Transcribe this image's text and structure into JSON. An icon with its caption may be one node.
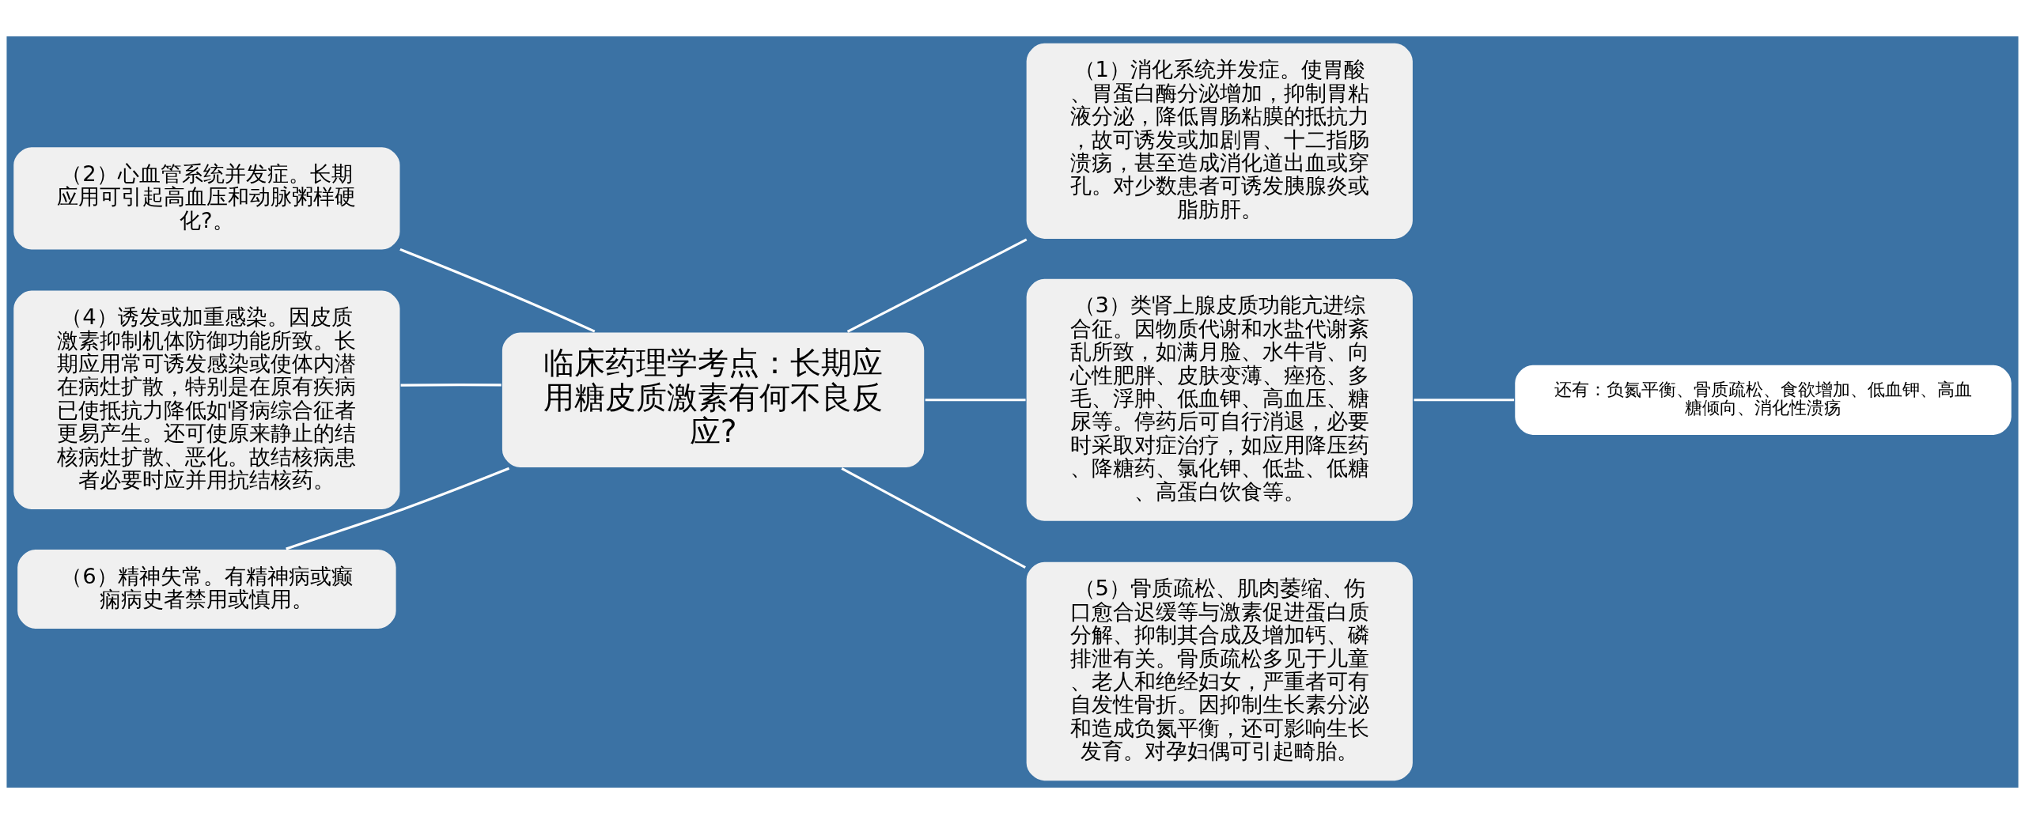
{
  "diagram": {
    "nodes": [
      {
        "text": [
          "临床药理学考点：长期应用糖皮质激素有何不良反应?"
        ]
      },
      {
        "text": [
          "（1）消化系统并发症。使胃酸、胃蛋白酶分泌增加，抑制胃粘液分泌，降低胃肠粘膜的抵抗力，故可诱发或加剧胃、十二指肠溃疡，甚至造成消化道出血或穿孔。对少数患者可诱发胰腺炎或脂肪肝。"
        ]
      },
      {
        "text": [
          "（2）心血管系统并发症。长期应用可引起高血压和动脉粥样硬化?。"
        ]
      },
      {
        "text": [
          "（3）类肾上腺皮质功能亢进综合征。因物质代谢和水盐代谢紊乱所致，如满月脸、水牛背、向心性肥胖、皮肤变薄、痤疮、多毛、浮肿、低血钾、高血压、糖尿等。停药后可自行消退，必要时采取对症治疗，如应用降压药、降糖药、氯化钾、低盐、低糖、高蛋白饮食等。"
        ]
      },
      {
        "text": [
          "（4）诱发或加重感染。因皮质激素抑制机体防御功能所致。长期应用常可诱发感染或使体内潜在病灶扩散，特别是在原有疾病已使抵抗力降低如肾病综合征者更易产生。还可使原来静止的结核病灶扩散、恶化。故结核病患者必要时应并用抗结核药。"
        ]
      },
      {
        "text": [
          "（5）骨质疏松、肌肉萎缩、伤口愈合迟缓等与激素促进蛋白质分解、抑制其合成及增加钙、磷排泄有关。骨质疏松多见于儿童、老人和绝经妇女，严重者可有自发性骨折。因抑制生长素分泌和造成负氮平衡，还可影响生长发育。对孕妇偶可引起畸胎。"
        ]
      },
      {
        "text": [
          "（6）精神失常。有精神病或癫痫病史者禁用或慎用。"
        ]
      },
      {
        "text": [
          "还有：负氮平衡、骨质疏松、食欲增加、低血钾、高血糖倾向、消化性溃疡"
        ]
      }
    ],
    "edges": [
      {
        "from": 0,
        "to": 1,
        "arrow": "none"
      },
      {
        "from": 0,
        "to": 2,
        "arrow": "none"
      },
      {
        "from": 0,
        "to": 3,
        "arrow": "none"
      },
      {
        "from": 0,
        "to": 4,
        "arrow": "none"
      },
      {
        "from": 0,
        "to": 5,
        "arrow": "none"
      },
      {
        "from": 0,
        "to": 6,
        "arrow": "none"
      },
      {
        "from": 3,
        "to": 7,
        "arrow": "none"
      }
    ]
  }
}
